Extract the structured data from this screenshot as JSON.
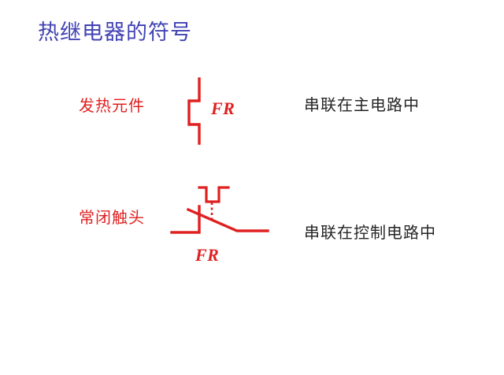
{
  "slide": {
    "title": "热继电器的符号",
    "title_color": "#4242b4",
    "background_color": "#ffffff",
    "symbol_color": "#e02020",
    "description_color": "#262626"
  },
  "rows": [
    {
      "label": "发热元件",
      "designator": "FR",
      "description": "串联在主电路中",
      "symbol_name": "thermal-heating-element-symbol"
    },
    {
      "label": "常闭触头",
      "designator": "FR",
      "description": "串联在控制电路中",
      "symbol_name": "normally-closed-contact-symbol"
    }
  ]
}
